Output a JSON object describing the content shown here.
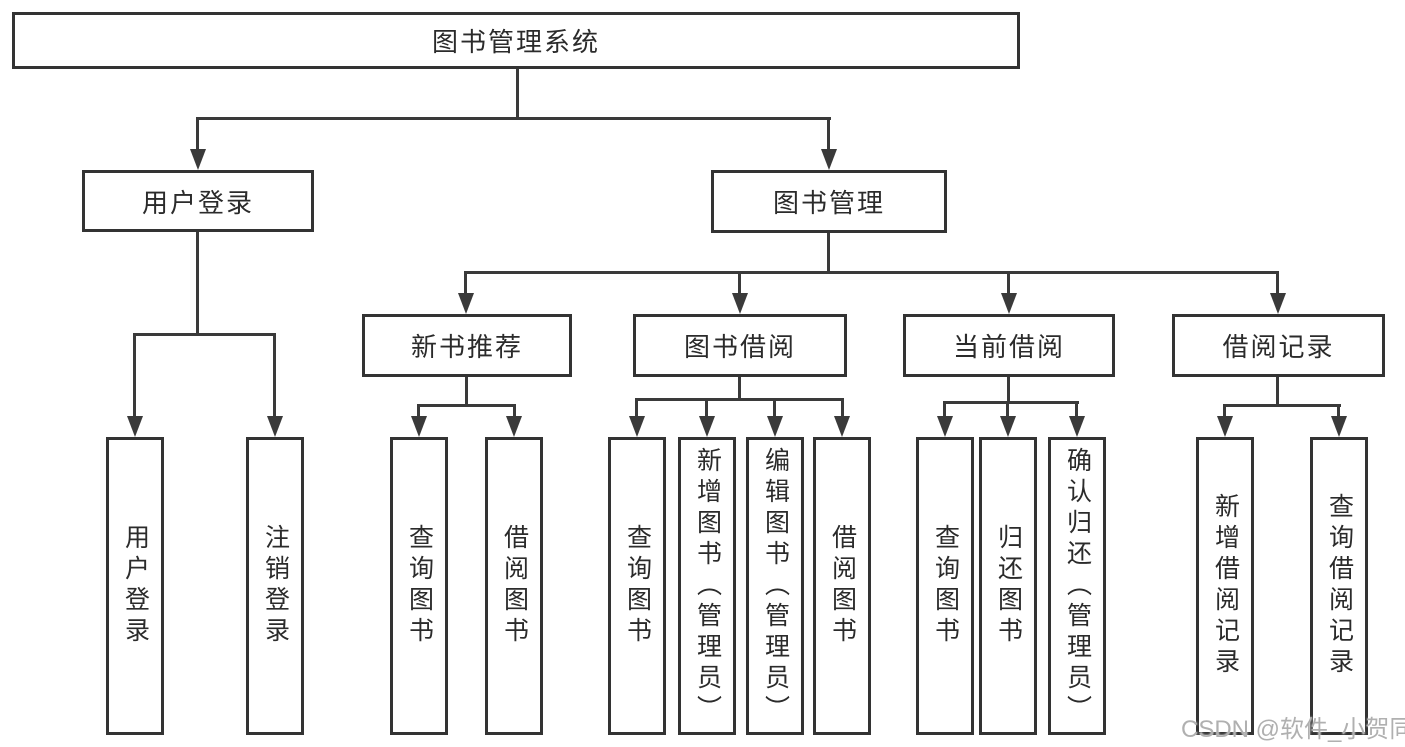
{
  "diagram": {
    "type": "hierarchy-tree",
    "title": "图书管理系统",
    "watermark": "CSDN @软件_小贺同学",
    "colors": {
      "background": "#ffffff",
      "box_border": "#333333",
      "connector": "#3a3a3a",
      "text": "#2b2b2b",
      "watermark": "#b0b0b0"
    },
    "nodes": {
      "root": {
        "label": "图书管理系统",
        "children": [
          "user_login",
          "book_mgmt"
        ]
      },
      "user_login": {
        "label": "用户登录",
        "children": [
          "leaf_user_login",
          "leaf_logout"
        ]
      },
      "book_mgmt": {
        "label": "图书管理",
        "children": [
          "new_book_rec",
          "book_borrow",
          "current_borrow",
          "borrow_records"
        ]
      },
      "new_book_rec": {
        "label": "新书推荐",
        "children": [
          "leaf_query_book_1",
          "leaf_borrow_book_1"
        ]
      },
      "book_borrow": {
        "label": "图书借阅",
        "children": [
          "leaf_query_book_2",
          "leaf_add_book",
          "leaf_edit_book",
          "leaf_borrow_book_2"
        ]
      },
      "current_borrow": {
        "label": "当前借阅",
        "children": [
          "leaf_query_book_3",
          "leaf_return_book",
          "leaf_confirm_return"
        ]
      },
      "borrow_records": {
        "label": "借阅记录",
        "children": [
          "leaf_add_borrow_record",
          "leaf_query_borrow_record"
        ]
      },
      "leaf_user_login": {
        "label": "用户登录",
        "children": []
      },
      "leaf_logout": {
        "label": "注销登录",
        "children": []
      },
      "leaf_query_book_1": {
        "label": "查询图书",
        "children": []
      },
      "leaf_borrow_book_1": {
        "label": "借阅图书",
        "children": []
      },
      "leaf_query_book_2": {
        "label": "查询图书",
        "children": []
      },
      "leaf_add_book": {
        "label": "新增图书（管理员）",
        "children": []
      },
      "leaf_edit_book": {
        "label": "编辑图书（管理员）",
        "children": []
      },
      "leaf_borrow_book_2": {
        "label": "借阅图书",
        "children": []
      },
      "leaf_query_book_3": {
        "label": "查询图书",
        "children": []
      },
      "leaf_return_book": {
        "label": "归还图书",
        "children": []
      },
      "leaf_confirm_return": {
        "label": "确认归还（管理员）",
        "children": []
      },
      "leaf_add_borrow_record": {
        "label": "新增借阅记录",
        "children": []
      },
      "leaf_query_borrow_record": {
        "label": "查询借阅记录",
        "children": []
      }
    }
  }
}
